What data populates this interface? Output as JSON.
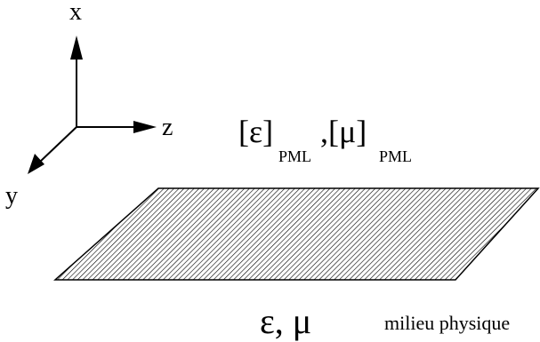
{
  "axes": {
    "x_label": "x",
    "y_label": "y",
    "z_label": "z"
  },
  "pml_label": {
    "open_eps": "[ε]",
    "sub_eps": "PML",
    "separator_mu": ",[μ]",
    "sub_mu": "PML"
  },
  "medium": {
    "symbols": "ε, μ",
    "description": "milieu physique"
  },
  "colors": {
    "ink": "#000000",
    "background": "#ffffff"
  }
}
